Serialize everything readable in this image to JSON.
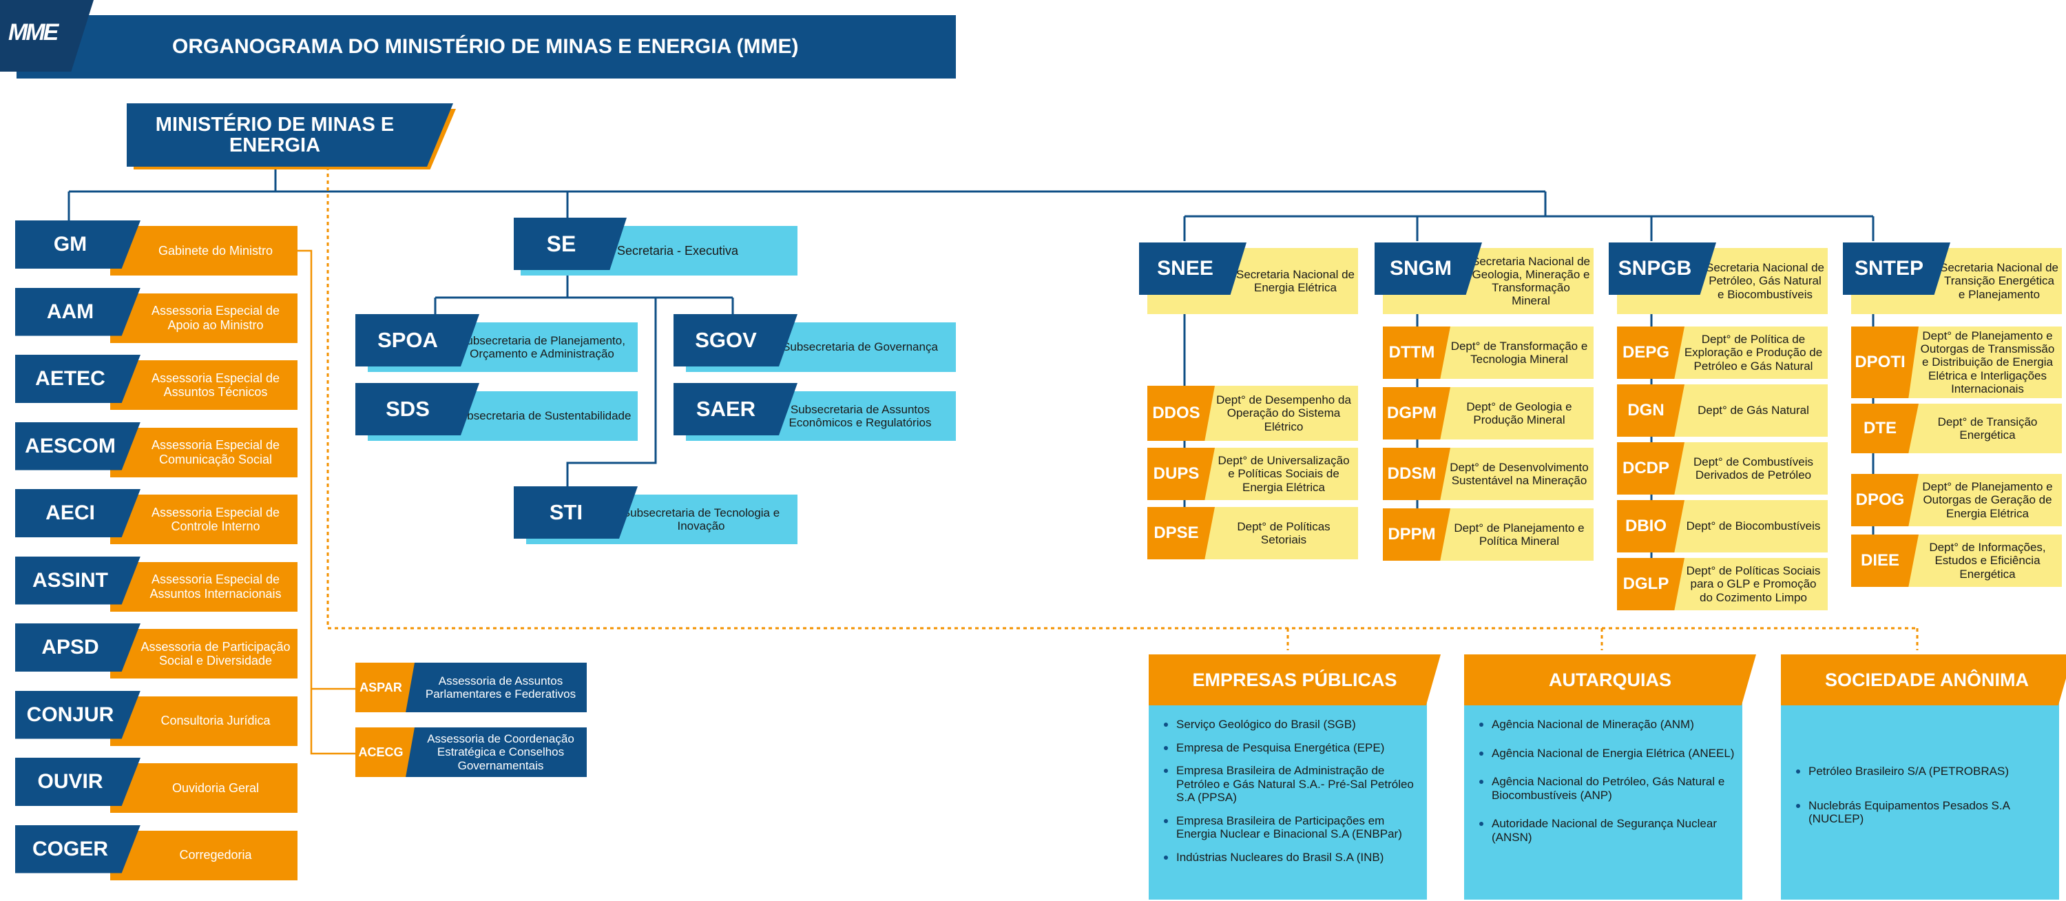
{
  "header": {
    "logo": "MME",
    "title": "ORGANOGRAMA DO MINISTÉRIO DE MINAS E ENERGIA (MME)"
  },
  "top": {
    "title": "MINISTÉRIO DE MINAS E ENERGIA"
  },
  "left_column": [
    {
      "code": "GM",
      "name": "Gabinete do Ministro"
    },
    {
      "code": "AAM",
      "name": "Assessoria Especial de Apoio ao Ministro"
    },
    {
      "code": "AETEC",
      "name": "Assessoria Especial de Assuntos Técnicos"
    },
    {
      "code": "AESCOM",
      "name": "Assessoria Especial de Comunicação Social"
    },
    {
      "code": "AECI",
      "name": "Assessoria Especial de Controle Interno"
    },
    {
      "code": "ASSINT",
      "name": "Assessoria Especial de Assuntos Internacionais"
    },
    {
      "code": "APSD",
      "name": "Assessoria de Participação Social e Diversidade"
    },
    {
      "code": "CONJUR",
      "name": "Consultoria Jurídica"
    },
    {
      "code": "OUVIR",
      "name": "Ouvidoria Geral"
    },
    {
      "code": "COGER",
      "name": "Corregedoria"
    }
  ],
  "gm_sub": [
    {
      "code": "ASPAR",
      "name": "Assessoria de Assuntos Parlamentares e Federativos"
    },
    {
      "code": "ACECG",
      "name": "Assessoria de Coordenação Estratégica e Conselhos Governamentais"
    }
  ],
  "se": {
    "main": {
      "code": "SE",
      "name": "Secretaria - Executiva"
    },
    "subs": [
      {
        "code": "SPOA",
        "name": "Subsecretaria de Planejamento, Orçamento e Administração"
      },
      {
        "code": "SGOV",
        "name": "Subsecretaria de Governança"
      },
      {
        "code": "SDS",
        "name": "Subsecretaria de Sustentabilidade"
      },
      {
        "code": "SAER",
        "name": "Subsecretaria de Assuntos Econômicos e Regulatórios"
      },
      {
        "code": "STI",
        "name": "Subsecretaria de Tecnologia e Inovação"
      }
    ]
  },
  "secretariats": [
    {
      "code": "SNEE",
      "name": "Secretaria Nacional de Energia Elétrica",
      "depts": [
        {
          "code": "DDOS",
          "name": "Dept° de Desempenho da Operação do Sistema Elétrico"
        },
        {
          "code": "DUPS",
          "name": "Dept° de Universalização e Políticas Sociais de Energia Elétrica"
        },
        {
          "code": "DPSE",
          "name": "Dept° de Políticas Setoriais"
        }
      ]
    },
    {
      "code": "SNGM",
      "name": "Secretaria Nacional de Geologia, Mineração e Transformação Mineral",
      "depts": [
        {
          "code": "DTTM",
          "name": "Dept° de Transformação e Tecnologia Mineral"
        },
        {
          "code": "DGPM",
          "name": "Dept° de Geologia e Produção Mineral"
        },
        {
          "code": "DDSM",
          "name": "Dept° de Desenvolvimento Sustentável na Mineração"
        },
        {
          "code": "DPPM",
          "name": "Dept° de Planejamento e Política Mineral"
        }
      ]
    },
    {
      "code": "SNPGB",
      "name": "Secretaria Nacional de Petróleo, Gás Natural e Biocombustíveis",
      "depts": [
        {
          "code": "DEPG",
          "name": "Dept° de Política de Exploração e Produção de Petróleo e Gás Natural"
        },
        {
          "code": "DGN",
          "name": "Dept° de Gás Natural"
        },
        {
          "code": "DCDP",
          "name": "Dept° de Combustíveis Derivados de Petróleo"
        },
        {
          "code": "DBIO",
          "name": "Dept° de Biocombustíveis"
        },
        {
          "code": "DGLP",
          "name": "Dept° de Políticas Sociais para o GLP e Promoção do Cozimento Limpo"
        }
      ]
    },
    {
      "code": "SNTEP",
      "name": "Secretaria Nacional de Transição Energética e Planejamento",
      "depts": [
        {
          "code": "DPOTI",
          "name": "Dept° de Planejamento e Outorgas de Transmissão e Distribuição de Energia Elétrica e Interligações Internacionais"
        },
        {
          "code": "DTE",
          "name": "Dept° de Transição Energética"
        },
        {
          "code": "DPOG",
          "name": "Dept° de Planejamento e Outorgas de Geração de Energia Elétrica"
        },
        {
          "code": "DIEE",
          "name": "Dept° de Informações, Estudos e Eficiência Energética"
        }
      ]
    }
  ],
  "entities": [
    {
      "title": "EMPRESAS PÚBLICAS",
      "items": [
        "Serviço Geológico do Brasil (SGB)",
        "Empresa de Pesquisa Energética (EPE)",
        "Empresa Brasileira de Administração de Petróleo e Gás Natural S.A.- Pré-Sal Petróleo S.A (PPSA)",
        "Empresa Brasileira de Participações em Energia Nuclear e Binacional S.A (ENBPar)",
        "Indústrias Nucleares do Brasil S.A (INB)"
      ]
    },
    {
      "title": "AUTARQUIAS",
      "items": [
        "Agência Nacional de Mineração (ANM)",
        "Agência Nacional de Energia Elétrica (ANEEL)",
        "Agência Nacional do Petróleo, Gás Natural e Biocombustíveis (ANP)",
        "Autoridade Nacional de Segurança Nuclear (ANSN)"
      ]
    },
    {
      "title": "SOCIEDADE ANÔNIMA",
      "items": [
        "Petróleo Brasileiro S/A (PETROBRAS)",
        "Nuclebrás Equipamentos Pesados S.A (NUCLEP)"
      ]
    }
  ],
  "colors": {
    "navy": "#0f4f86",
    "orange": "#f39200",
    "cyan": "#5bcfea",
    "yellow": "#fbec87"
  }
}
